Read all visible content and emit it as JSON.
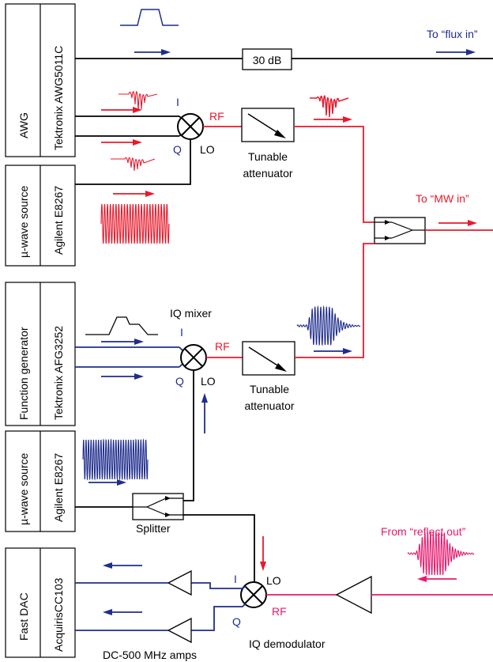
{
  "colors": {
    "black": "#000000",
    "blue": "#1f2d8c",
    "red": "#e8192c",
    "pink": "#e8196e"
  },
  "instruments": {
    "awg": {
      "type": "AWG",
      "model": "Tektronix AWG5011C"
    },
    "mw_source_1": {
      "type": "µ-wave source",
      "model": "Agilent E8267"
    },
    "function_generator": {
      "type": "Function generator",
      "model": "Tektronix AFG3252"
    },
    "mw_source_2": {
      "type": "µ-wave source",
      "model": "Agilent E8267"
    },
    "fast_dac": {
      "type": "Fast DAC",
      "model": "AcquirisCC103"
    }
  },
  "components": {
    "attenuator_30db": "30 dB",
    "tunable_attenuator": [
      "Tunable",
      "attenuator"
    ],
    "iq_mixer": "IQ mixer",
    "splitter": "Splitter",
    "iq_demodulator": "IQ demodulator",
    "amps": "DC-500 MHz amps"
  },
  "ports": {
    "I": "I",
    "Q": "Q",
    "RF": "RF",
    "LO": "LO"
  },
  "outputs": {
    "flux_in": "To “flux in”",
    "mw_in": "To “MW in”",
    "reflect_out": "From “reflect out”"
  }
}
